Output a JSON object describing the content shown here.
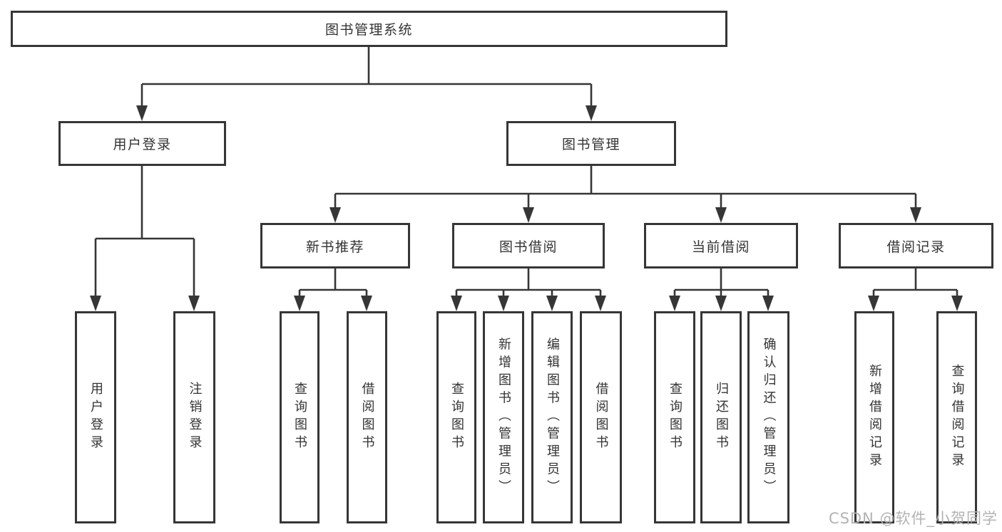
{
  "diagram": {
    "root": {
      "label": "图书管理系统"
    },
    "branches": [
      {
        "label": "用户登录",
        "children": [
          {
            "label": "用户登录"
          },
          {
            "label": "注销登录"
          }
        ]
      },
      {
        "label": "图书管理",
        "children": [
          {
            "label": "新书推荐",
            "children": [
              {
                "label": "查询图书"
              },
              {
                "label": "借阅图书"
              }
            ]
          },
          {
            "label": "图书借阅",
            "children": [
              {
                "label": "查询图书"
              },
              {
                "label": "新增图书（管理员）"
              },
              {
                "label": "编辑图书（管理员）"
              },
              {
                "label": "借阅图书"
              }
            ]
          },
          {
            "label": "当前借阅",
            "children": [
              {
                "label": "查询图书"
              },
              {
                "label": "归还图书"
              },
              {
                "label": "确认归还（管理员）"
              }
            ]
          },
          {
            "label": "借阅记录",
            "children": [
              {
                "label": "新增借阅记录"
              },
              {
                "label": "查询借阅记录"
              }
            ]
          }
        ]
      }
    ]
  },
  "watermark": {
    "text": "CSDN @软件_小贺同学"
  },
  "colors": {
    "line": "#363636",
    "box_border": "#363636",
    "box_fill": "#ffffff",
    "text": "#333333",
    "watermark": "#b3b3b3",
    "background": "#ffffff"
  }
}
